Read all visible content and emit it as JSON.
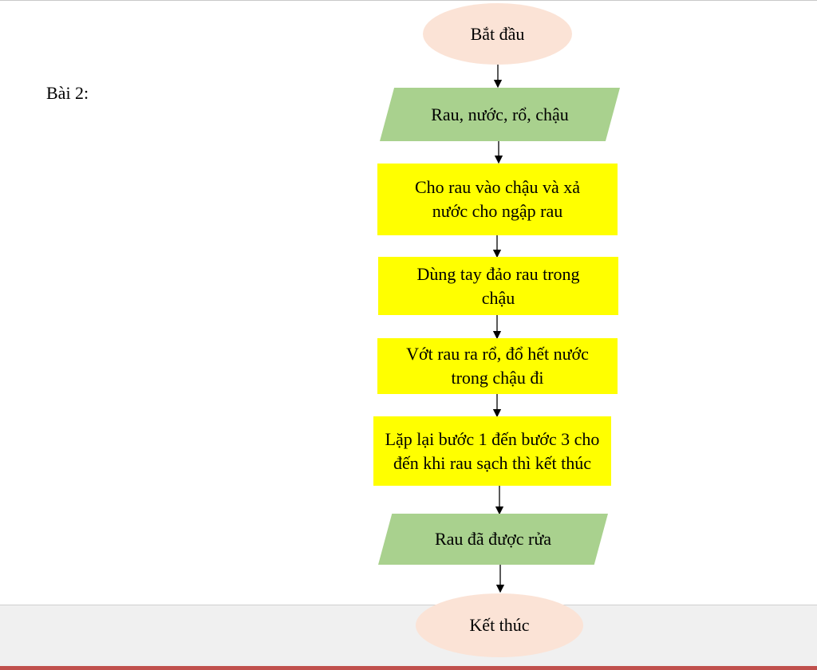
{
  "colors": {
    "terminal": "#fbe3d6",
    "io": "#a9d18e",
    "process": "#ffff00",
    "arrow": "#000000"
  },
  "exercise_label": "Bài 2:",
  "flow": {
    "start": "Bắt đầu",
    "input": "Rau, nước, rổ, chậu",
    "step1": "Cho rau vào chậu và xả nước cho ngập rau",
    "step2": "Dùng tay đảo rau trong chậu",
    "step3": "Vớt rau ra rổ, đổ hết nước trong chậu đi",
    "step4": "Lặp lại bước 1 đến bước 3 cho đến khi rau sạch thì kết thúc",
    "output": "Rau đã được rửa",
    "end": "Kết thúc"
  }
}
